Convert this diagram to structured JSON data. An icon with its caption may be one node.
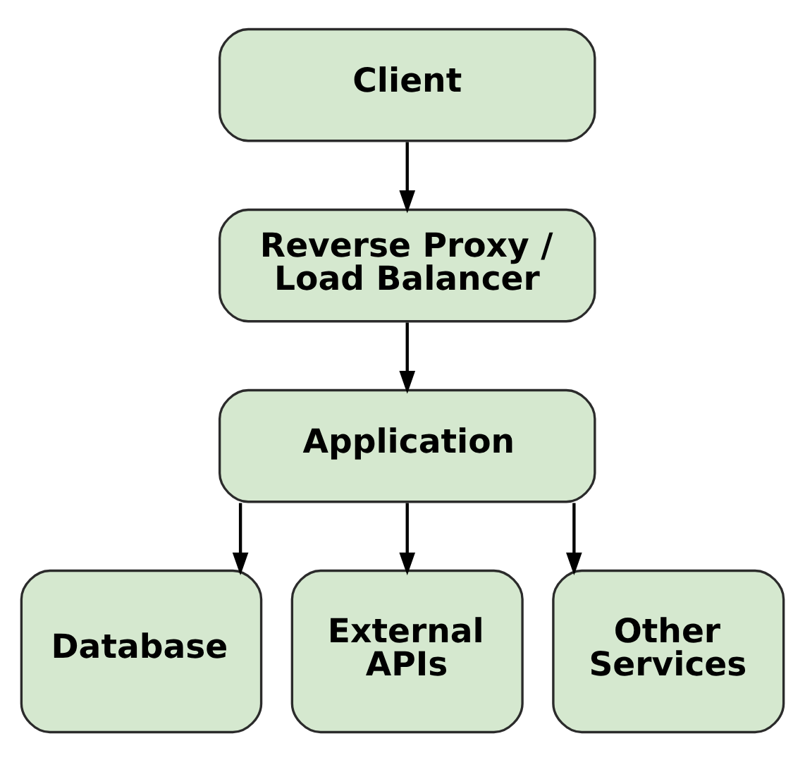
{
  "diagram": {
    "nodes": [
      {
        "text": [
          "Client"
        ]
      },
      {
        "text": [
          "Reverse Proxy / Load Balancer"
        ]
      },
      {
        "text": [
          "Application"
        ]
      },
      {
        "text": [
          "Database"
        ]
      },
      {
        "text": [
          "External APIs"
        ]
      },
      {
        "text": [
          "Other Services"
        ]
      }
    ],
    "edges": [
      {
        "from": 0,
        "to": 1,
        "arrow": "to"
      },
      {
        "from": 1,
        "to": 2,
        "arrow": "to"
      },
      {
        "from": 2,
        "to": 3,
        "arrow": "to"
      },
      {
        "from": 2,
        "to": 4,
        "arrow": "to"
      },
      {
        "from": 2,
        "to": 5,
        "arrow": "to"
      }
    ]
  }
}
